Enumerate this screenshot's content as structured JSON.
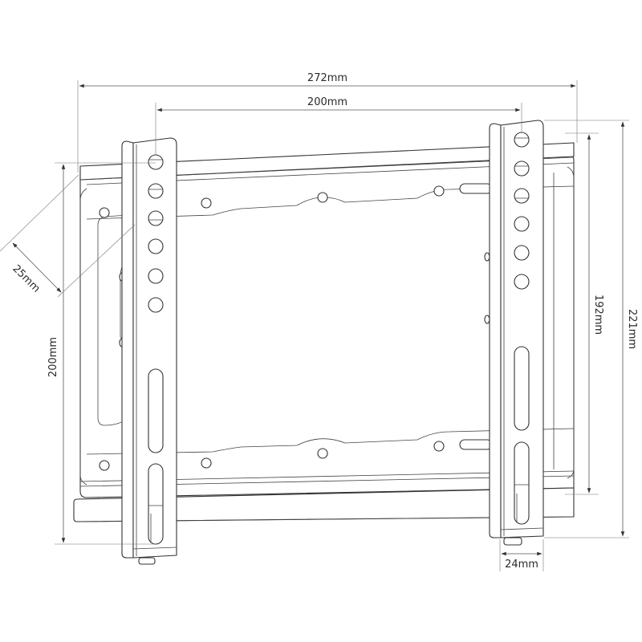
{
  "diagram": {
    "subject": "TV wall mount bracket",
    "dimensions": {
      "overall_width": "272mm",
      "vesa_horizontal": "200mm",
      "vesa_vertical": "200mm",
      "wall_distance": "25mm",
      "plate_height": "192mm",
      "overall_height": "221mm",
      "arm_width": "24mm"
    },
    "components": {
      "left_arm_holes": 6,
      "right_arm_holes": 6,
      "arm_slots": 2
    },
    "colors": {
      "line": "#333333",
      "dimension_line": "#555555",
      "background": "#ffffff"
    }
  }
}
